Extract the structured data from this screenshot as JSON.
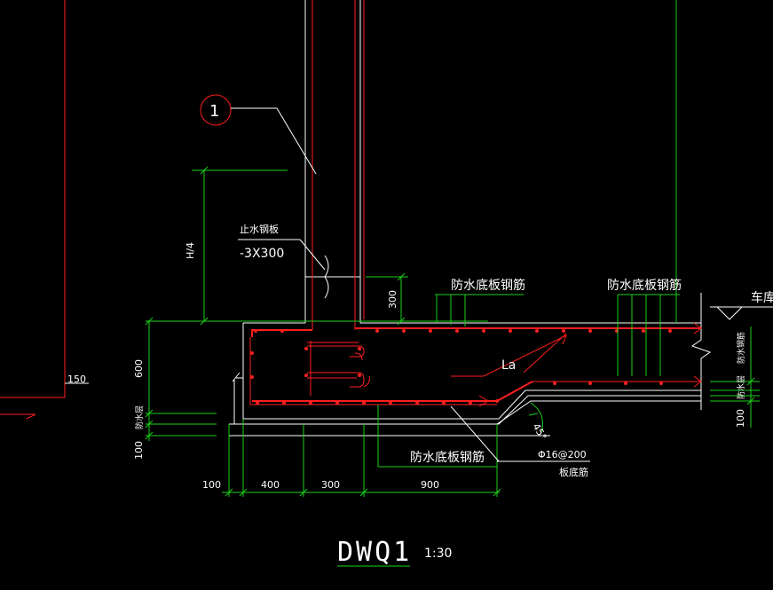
{
  "colors": {
    "background": "#000000",
    "concrete": "#ffffff",
    "rebar": "#ff1e1e",
    "dimension": "#19d219",
    "text": "#ffffff"
  },
  "callout": {
    "number": "1"
  },
  "labels": {
    "water_stop": "止水钢板",
    "water_stop_size": "-3X300",
    "waterproof_rebar_top_1": "防水底板钢筋",
    "waterproof_rebar_top_2": "防水底板钢筋",
    "waterproof_rebar_bottom": "防水底板钢筋",
    "garage": "车库",
    "anchor": "La",
    "angle": "45°",
    "bottom_bar_spec": "Φ16@200",
    "bottom_bar_name": "板底筋",
    "waterproof_layer_left": "防水层",
    "right_label_upper": "防水钢筋",
    "right_label_lower": "防水层"
  },
  "dimensions": {
    "h_over_4": "H/4",
    "d300": "300",
    "d150": "150",
    "d600": "600",
    "d100_left": "100",
    "d100_right": "100",
    "d100_bottom": "100",
    "d400": "400",
    "d300_bottom": "300",
    "d900": "900"
  },
  "title": {
    "name": "DWQ1",
    "scale": "1:30"
  }
}
